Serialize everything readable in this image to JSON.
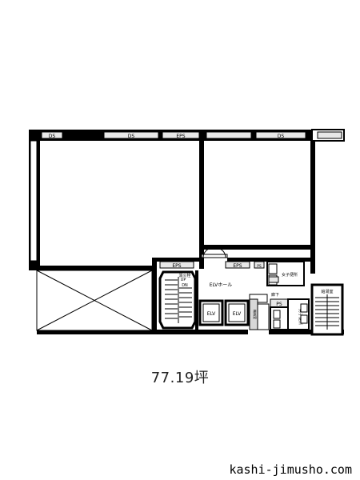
{
  "plan": {
    "labels": {
      "ds_top_left": "DS",
      "ds_top_mid": "DS",
      "eps_top": "EPS",
      "ds_top_right": "DS",
      "eps_core": "EPS",
      "eps_core_right": "EPS",
      "ps_small": "PS",
      "elv_hall": "ELVホール",
      "elv_1": "ELV",
      "elv_2": "ELV",
      "stair_up": "UP",
      "stair_dn": "DN",
      "corridor": "廊下",
      "ps_lower": "PS",
      "womens_wc": "女子便所",
      "mens_wc": "男子便所",
      "pantry": "給湯室",
      "core_room": "機械室",
      "hose_box": "消火栓"
    }
  },
  "area_label": "77.19坪",
  "footer_url": "kashi-jimusho.com"
}
